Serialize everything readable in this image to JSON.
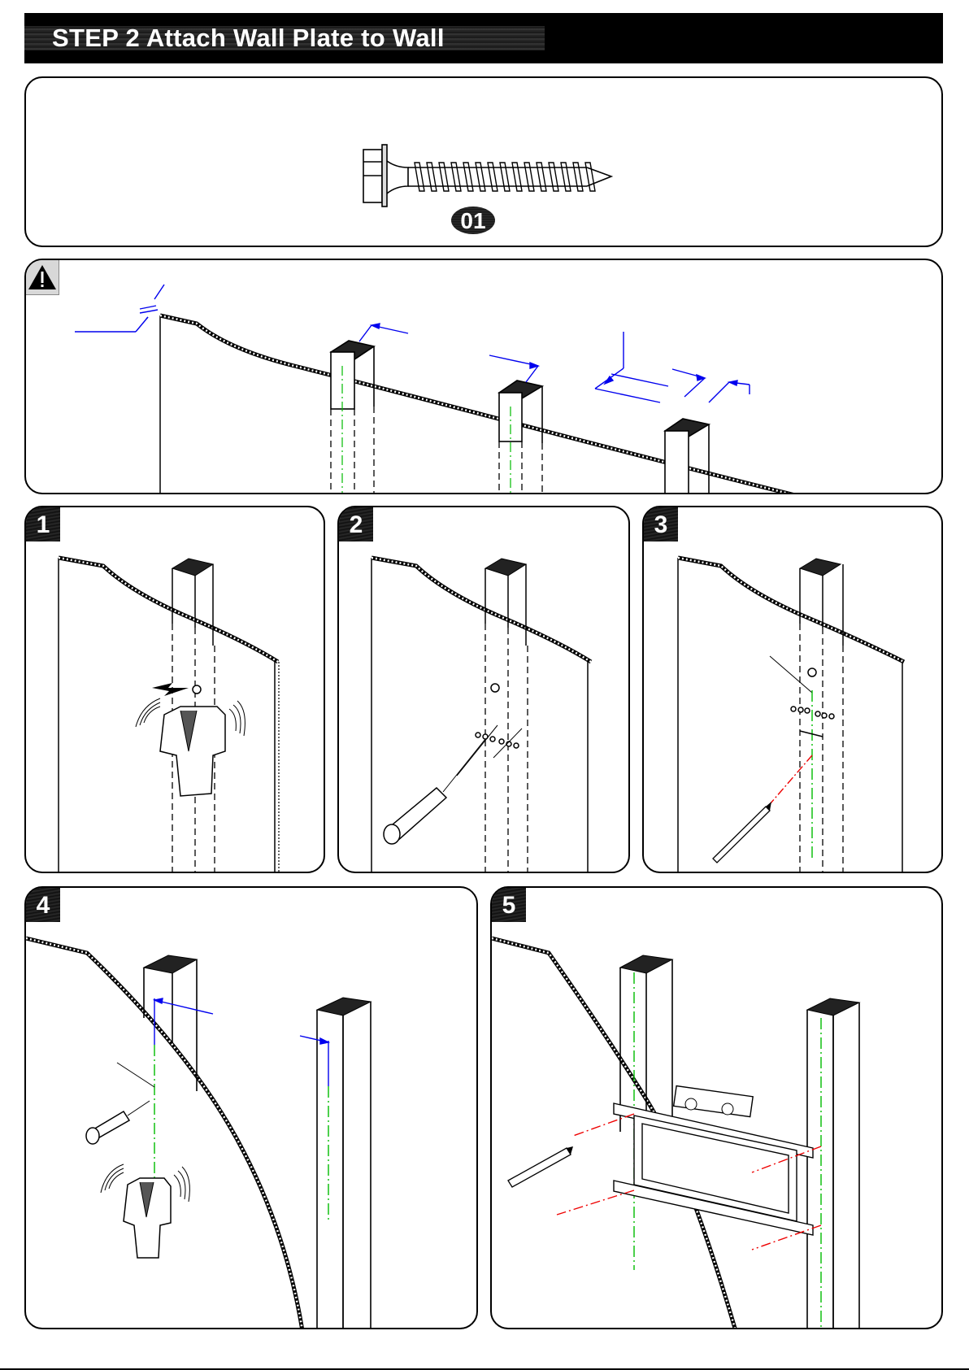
{
  "header": {
    "title": "STEP 2 Attach Wall Plate to Wall"
  },
  "parts": {
    "items": [
      {
        "id": "01",
        "label": "01",
        "icon": "lag-screw-icon"
      }
    ]
  },
  "warning_panel": {
    "icon": "warning-triangle-icon"
  },
  "steps": [
    {
      "number": "1",
      "icon": "stud-finder-icon"
    },
    {
      "number": "2",
      "icon": "awl-icon"
    },
    {
      "number": "3",
      "icon": "pencil-icon"
    },
    {
      "number": "4",
      "icon": "stud-finder-icon"
    },
    {
      "number": "5",
      "icon": "wall-plate-icon"
    }
  ],
  "colors": {
    "dimension_line": "#0000ee",
    "center_line": "#00bb00",
    "marking_line": "#ee0000",
    "outline": "#000000"
  }
}
